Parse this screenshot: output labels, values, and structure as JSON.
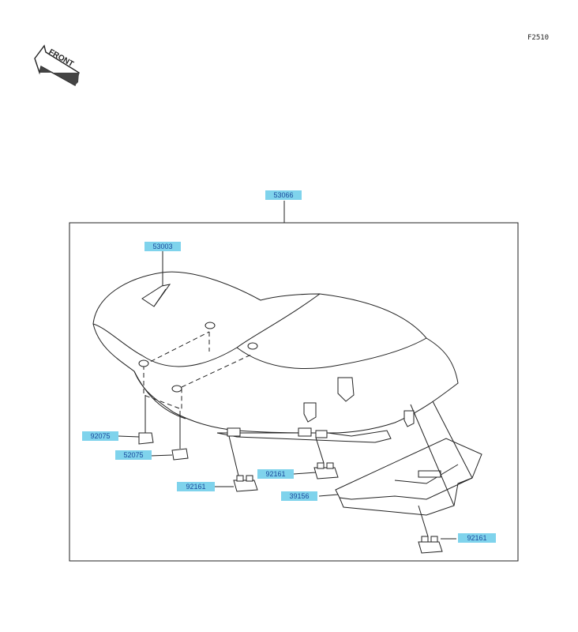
{
  "figure_code": "F2510",
  "front_label": "FRONT",
  "parts": {
    "assembly": "53066",
    "seat_pad": "53003",
    "bolt_left": "92075",
    "bolt_mid": "52075",
    "clip_front": "92161",
    "clip_center": "92161",
    "tray": "39156",
    "clip_rear": "92161"
  },
  "colors": {
    "label_fill": "#7fd3ec",
    "label_text": "#1b4a9c",
    "line": "#222222"
  }
}
